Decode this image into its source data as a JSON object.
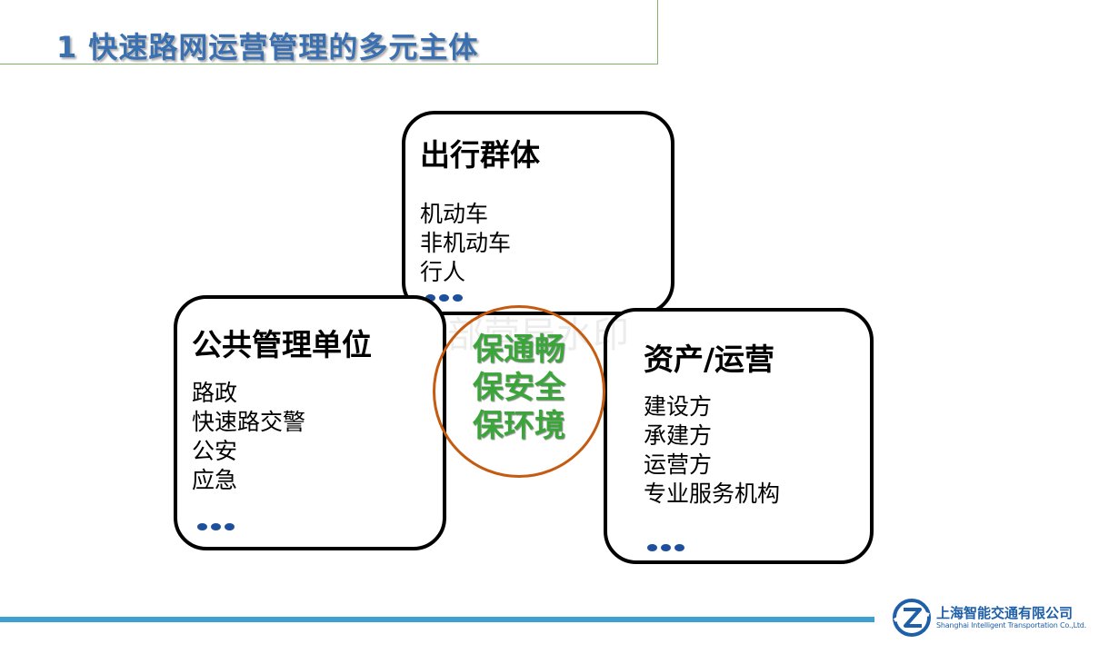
{
  "slide": {
    "title": "1  快速路网运营管理的多元主体",
    "watermark": "部营局水印"
  },
  "boxes": {
    "travel": {
      "title": "出行群体",
      "items": [
        "机动车",
        "非机动车",
        "行人"
      ],
      "more_icon": "ellipsis-icon"
    },
    "public": {
      "title": "公共管理单位",
      "items": [
        "路政",
        "快速路交警",
        "公安",
        "应急"
      ],
      "more_icon": "ellipsis-icon"
    },
    "asset": {
      "title": "资产/运营",
      "items": [
        "建设方",
        "承建方",
        "运营方",
        "专业服务机构"
      ],
      "more_icon": "ellipsis-icon"
    }
  },
  "center": {
    "slogans": [
      "保通畅",
      "保安全",
      "保环境"
    ]
  },
  "footer": {
    "company_cn": "上海智能交通有限公司",
    "company_en": "Shanghai Intelligent Transportation Co.,Ltd."
  },
  "colors": {
    "title": "#3a6fb0",
    "slogan": "#3aa63a",
    "circle": "#c55a11",
    "footer_bar": "#3e9fd1",
    "dots": "#1e4f9c"
  }
}
